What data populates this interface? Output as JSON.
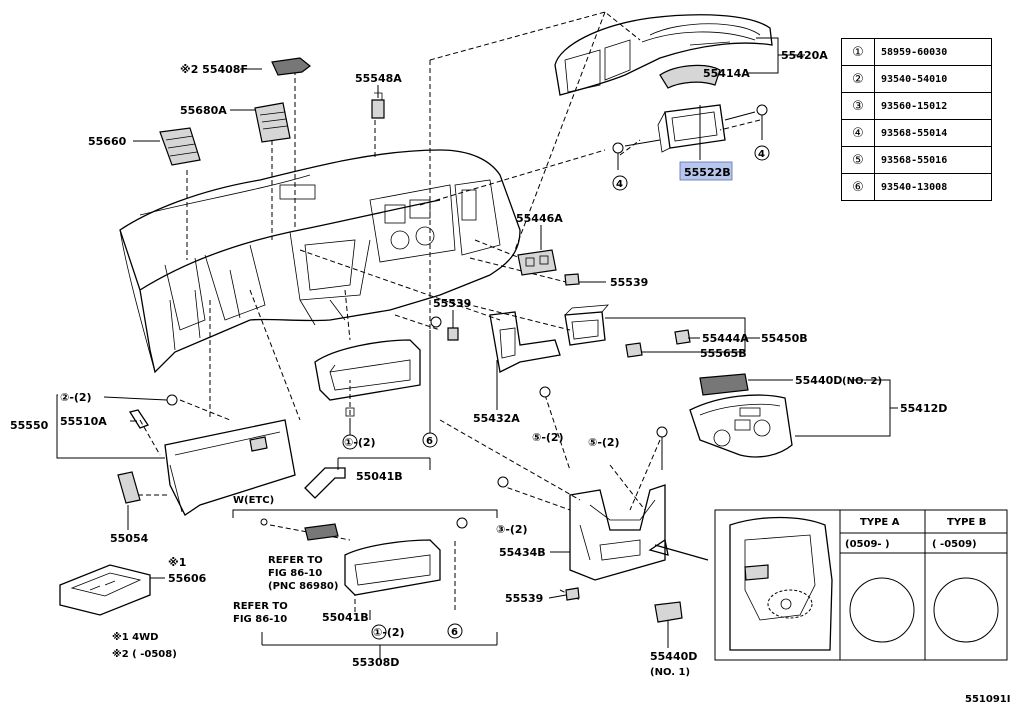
{
  "legend": [
    {
      "num": "①",
      "part": "58959-60030"
    },
    {
      "num": "②",
      "part": "93540-54010"
    },
    {
      "num": "③",
      "part": "93560-15012"
    },
    {
      "num": "④",
      "part": "93568-55014"
    },
    {
      "num": "⑤",
      "part": "93568-55016"
    },
    {
      "num": "⑥",
      "part": "93540-13008"
    }
  ],
  "labels": {
    "p55420A": "55420A",
    "p55414A": "55414A",
    "p55522B": "55522B",
    "p55408F": "※2 55408F",
    "p55548A": "55548A",
    "p55680A": "55680A",
    "p55660": "55660",
    "p55446A": "55446A",
    "p55539a": "55539",
    "p55539b": "55539",
    "p55539c": "55539",
    "p55444A": "55444A",
    "p55565B": "55565B",
    "p55450B": "55450B",
    "p55440D2": "55440D",
    "p55440D2sub": "(NO. 2)",
    "p55412D": "55412D",
    "p55432A": "55432A",
    "p55550": "55550",
    "p55510A": "55510A",
    "p55041B": "55041B",
    "p55041B2": "55041B",
    "p55054": "55054",
    "p55606": "55606",
    "p55606note": "※1",
    "p55434B": "55434B",
    "p55440D1": "55440D",
    "p55440D1sub": "(NO. 1)",
    "p55308D": "55308D",
    "wetc": "W(ETC)",
    "refer1a": "REFER TO",
    "refer1b": "FIG 86-10",
    "refer1c": "(PNC 86980)",
    "refer2a": "REFER TO",
    "refer2b": "FIG 86-10",
    "note1": "※1 4WD",
    "note2": "※2 (    -0508)",
    "diagram_id": "551091I",
    "c2q": "②-(2)",
    "c1q": "①-(2)",
    "c1q2": "①-(2)",
    "c5q": "⑤-(2)",
    "c5q2": "⑤-(2)",
    "c3q": "③-(2)",
    "typeA": "TYPE A",
    "typeB": "TYPE B",
    "typeArange": "(0509-    )",
    "typeBrange": "(    -0509)"
  }
}
